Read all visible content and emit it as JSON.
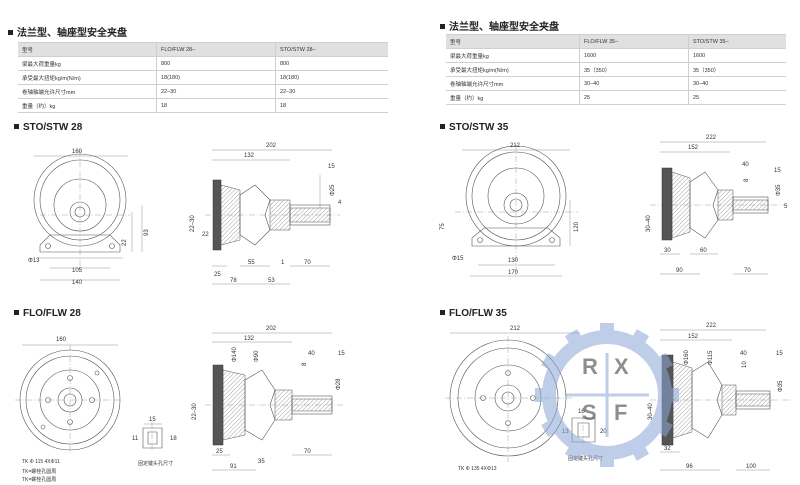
{
  "left": {
    "title": "法兰型、轴座型安全夹盘",
    "table": {
      "header": [
        "型号",
        "FLO/FLW 28–",
        "STO/STW 28–"
      ],
      "rows": [
        [
          "梁最大荷重量kg",
          "800",
          "800"
        ],
        [
          "承受最大扭矩kg/m(N/m)",
          "18(180)",
          "18(180)"
        ],
        [
          "卷轴轴端允许尺寸mm",
          "22–30",
          "22–30"
        ],
        [
          "重量（约）kg",
          "18",
          "18"
        ]
      ]
    },
    "sto_title": "STO/STW 28",
    "flo_title": "FLO/FLW 28",
    "sto_dims": {
      "d160": "160",
      "d105": "105",
      "d140": "140",
      "d13": "Φ13",
      "d22": "22",
      "d93": "93",
      "d202": "202",
      "d132": "132",
      "d15": "15",
      "d25x": "Φ25",
      "d4": "4",
      "d22_30": "22–30",
      "d22b": "22",
      "d25": "25",
      "d55": "55",
      "d1": "1",
      "d70": "70",
      "d78": "78",
      "d53": "53"
    },
    "flo_dims": {
      "d160": "160",
      "d202": "202",
      "d132": "132",
      "d140": "Φ140",
      "d90": "Φ90",
      "d40": "40",
      "d8": "8",
      "d15": "15",
      "d28": "Φ28",
      "d22_30": "22–30",
      "d25": "25",
      "d70": "70",
      "d91": "91",
      "d35": "35",
      "k15": "15",
      "k11": "11",
      "k18": "18",
      "k_caption": "固定键头孔尺寸",
      "tk": "TK Φ 115 4XΦ11",
      "tk_note": "TK=螺栓孔圆周",
      "tk_note2": "TK=螺栓孔圆周"
    }
  },
  "right": {
    "title": "法兰型、轴座型安全夹盘",
    "table": {
      "header": [
        "型号",
        "FLO/FLW 35–",
        "STO/STW 35–"
      ],
      "rows": [
        [
          "梁最大荷重量kg",
          "1600",
          "1600"
        ],
        [
          "承受最大扭矩kg/m(N/m)",
          "35（350）",
          "35（350）"
        ],
        [
          "卷轴轴端允许尺寸mm",
          "30–40",
          "30–40"
        ],
        [
          "重量（约）kg",
          "25",
          "25"
        ]
      ]
    },
    "sto_title": "STO/STW 35",
    "flo_title": "FLO/FLW 35",
    "sto_dims": {
      "d212": "212",
      "d130": "130",
      "d170": "170",
      "d15": "Φ15",
      "d75": "75",
      "d120": "120",
      "d222": "222",
      "d152": "152",
      "d40": "40",
      "d8": "8",
      "d35": "Φ35",
      "d15b": "15",
      "d5": "5",
      "d30_40": "30–40",
      "d30": "30",
      "d60": "60",
      "d90": "90",
      "d70": "70"
    },
    "flo_dims": {
      "d212": "212",
      "d222": "222",
      "d152": "152",
      "d160": "Φ160",
      "d115": "Φ115",
      "d40": "40",
      "d10": "10",
      "d15": "15",
      "d35": "Φ35",
      "d30_40": "30–40",
      "d32": "32",
      "d96": "96",
      "d100": "100",
      "k16": "16",
      "k13": "13",
      "k20": "20",
      "k_caption": "固定键头孔尺寸",
      "tk": "TK Φ 135 4XΦ13"
    }
  },
  "watermark": {
    "letters": [
      "R",
      "X",
      "S",
      "F"
    ],
    "colors": {
      "gear": "#8aa6d6",
      "letter_red": "#e07a5f",
      "letter_blue": "#4a6fb5"
    }
  }
}
